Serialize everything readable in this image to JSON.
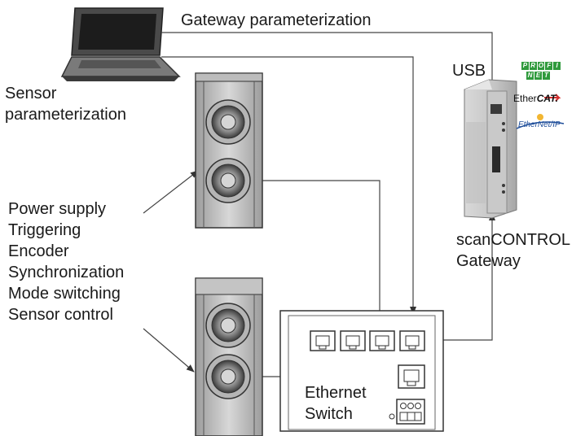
{
  "labels": {
    "gateway_parameterization": "Gateway parameterization",
    "usb": "USB",
    "sensor_parameterization": [
      "Sensor",
      "parameterization"
    ],
    "io_functions": [
      "Power supply",
      "Triggering",
      "Encoder",
      "Synchronization",
      "Mode switching",
      "Sensor control"
    ],
    "gateway_name": [
      "scanCONTROL",
      "Gateway"
    ],
    "switch_name": [
      "Ethernet",
      "Switch"
    ]
  },
  "logos": {
    "profinet_top": [
      "P",
      "R",
      "O",
      "F",
      "I"
    ],
    "profinet_bottom": [
      "N",
      "E",
      "T"
    ],
    "ethercat_prefix": "Ether",
    "ethercat_suffix": "CAT.",
    "ethernetip": "EtherNet/IP"
  },
  "colors": {
    "line": "#444444",
    "device_gray": "#c8c8c8",
    "profinet_green": "#2f9a3c",
    "ethernetip_blue": "#1f4e9a",
    "ethercat_red": "#d32f2f"
  }
}
